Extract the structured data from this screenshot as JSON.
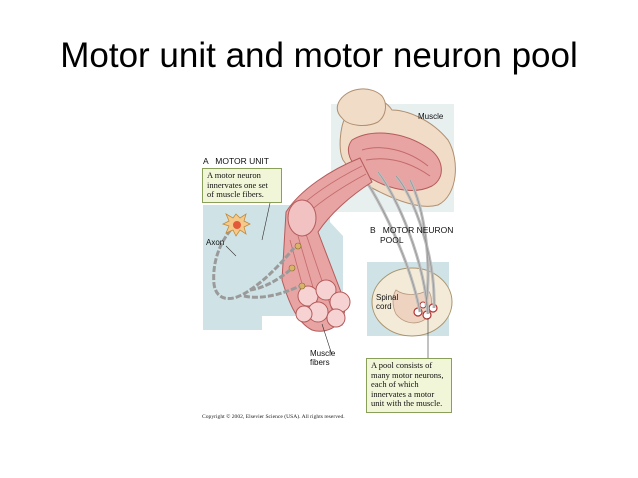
{
  "slide": {
    "title": "Motor unit and motor neuron pool"
  },
  "figure": {
    "labels": {
      "muscle": "Muscle",
      "motor_unit_heading": "A   MOTOR UNIT",
      "motor_unit_desc": "A motor neuron innervates one set of muscle fibers.",
      "axon": "Axon",
      "pool_heading_line1": "B   MOTOR NEURON",
      "pool_heading_line2": "POOL",
      "spinal_cord_line1": "Spinal",
      "spinal_cord_line2": "cord",
      "muscle_fibers_line1": "Muscle",
      "muscle_fibers_line2": "fibers",
      "pool_desc": "A pool consists of many motor neurons, each of which innervates a motor unit with the muscle."
    },
    "copyright": "Copyright © 2002, Elsevier Science (USA).  All rights reserved."
  },
  "colors": {
    "panel_blue": "#cfe3e6",
    "panel_muscle_bg": "#e7efef",
    "muscle_pink": "#e8a3a3",
    "muscle_dark": "#c46a6a",
    "skin": "#f1dcc8",
    "callout_bg": "#f2f6d9",
    "nerve": "#bdbdbd"
  }
}
